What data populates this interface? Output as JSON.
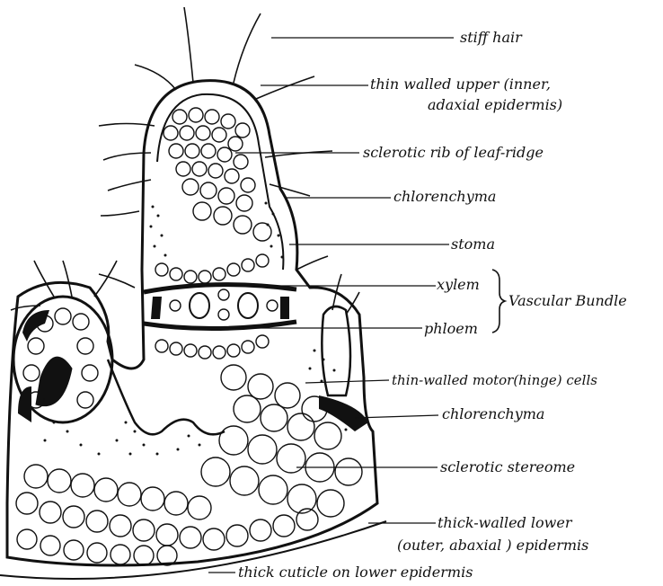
{
  "labels": {
    "stiff_hair": "stiff hair",
    "upper_epidermis_1": "thin walled upper (inner,",
    "upper_epidermis_2": "adaxial epidermis)",
    "sclerotic_rib": "sclerotic rib of leaf-ridge",
    "chlorenchyma_upper": "chlorenchyma",
    "stoma": "stoma",
    "xylem": "xylem",
    "phloem": "phloem",
    "vascular_bundle": "Vascular Bundle",
    "motor_cells": "thin-walled motor(hinge) cells",
    "chlorenchyma_lower": "chlorenchyma",
    "sclerotic_stereome": "sclerotic stereome",
    "lower_epidermis_1": "thick-walled lower",
    "lower_epidermis_2": "(outer, abaxial ) epidermis",
    "cuticle": "thick cuticle on lower epidermis"
  },
  "colors": {
    "ink": "#111111",
    "background": "#ffffff"
  }
}
